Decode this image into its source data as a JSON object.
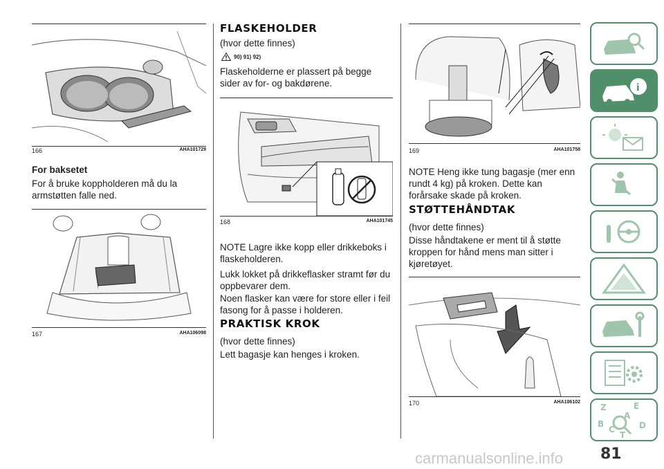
{
  "col1": {
    "fig166": {
      "num": "166",
      "code": "AHA101729"
    },
    "heading": "For baksetet",
    "para": "For å bruke koppholderen må du la armstøtten falle ned.",
    "fig167": {
      "num": "167",
      "code": "AHA106098"
    }
  },
  "col2": {
    "heading": "FLASKEHOLDER",
    "availability": "(hvor dette finnes)",
    "refs": "90) 91) 92)",
    "para1": "Flaskeholderne er plassert på begge sider av for- og bakdørene.",
    "fig168": {
      "num": "168",
      "code": "AHA101745"
    },
    "note": "NOTE  Lagre ikke kopp eller drikkeboks i flaskeholderen.",
    "para2": "Lukk lokket på drikkeflasker stramt før du oppbevarer dem.",
    "para3": "Noen flasker kan være for store eller i feil fasong for å passe i holderen.",
    "heading2": "PRAKTISK KROK",
    "availability2": "(hvor dette finnes)",
    "para4": "Lett bagasje kan henges i kroken."
  },
  "col3": {
    "fig169": {
      "num": "169",
      "code": "AHA101758"
    },
    "note": "NOTE  Heng ikke tung bagasje (mer enn rundt 4 kg) på kroken. Dette kan forårsake skade på kroken.",
    "heading": "STØTTEHÅNDTAK",
    "availability": "(hvor dette finnes)",
    "para": "Disse håndtakene er ment til å støtte kroppen for hånd mens man sitter i kjøretøyet.",
    "fig170": {
      "num": "170",
      "code": "AHA106102"
    }
  },
  "page_number": "81",
  "watermark": "carmanualsonline.info",
  "sidebar": {
    "active_index": 1,
    "tabs": [
      "car-search-icon",
      "car-info-icon",
      "warning-light-icon",
      "airbag-icon",
      "steering-key-icon",
      "hazard-triangle-icon",
      "car-service-icon",
      "specs-gear-icon",
      "index-magnifier-icon"
    ],
    "letters": [
      "Z",
      "E",
      "A",
      "B",
      "C",
      "D",
      "T"
    ]
  },
  "colors": {
    "accent": "#4f8f69",
    "text": "#222222"
  }
}
